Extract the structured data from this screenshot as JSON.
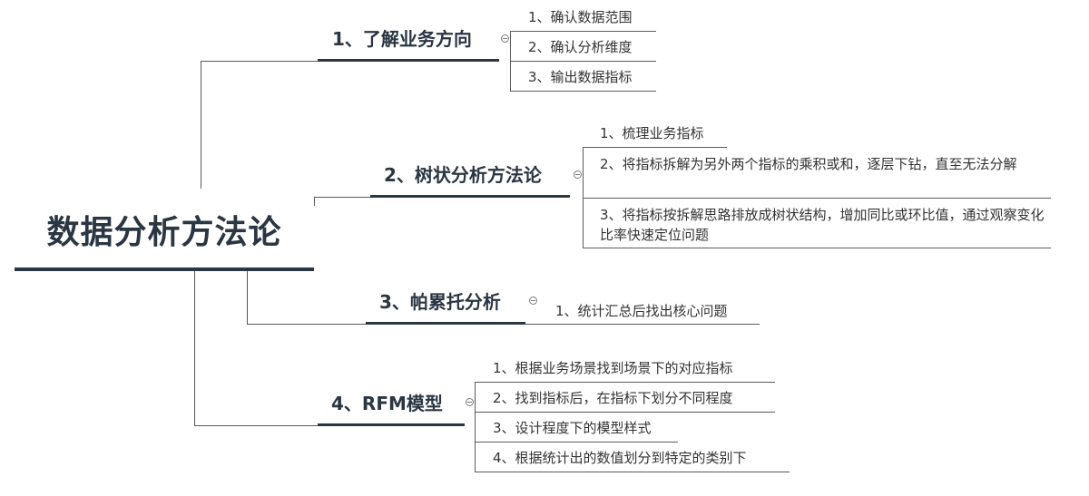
{
  "root": {
    "title": "数据分析方法论"
  },
  "branches": [
    {
      "title": "1、了解业务方向",
      "items": [
        "1、确认数据范围",
        "2、确认分析维度",
        "3、输出数据指标"
      ]
    },
    {
      "title": "2、树状分析方法论",
      "items": [
        "1、梳理业务指标",
        "2、将指标拆解为另外两个指标的乘积或和，逐层下钻，直至无法分解",
        "3、将指标按拆解思路排放成树状结构，增加同比或环比值，通过观察变化比率快速定位问题"
      ]
    },
    {
      "title": "3、帕累托分析",
      "items": [
        "1、统计汇总后找出核心问题"
      ]
    },
    {
      "title": "4、RFM模型",
      "items": [
        "1、根据业务场景找到场景下的对应指标",
        "2、找到指标后，在指标下划分不同程度",
        "3、设计程度下的模型样式",
        "4、根据统计出的数值划分到特定的类别下"
      ]
    }
  ]
}
